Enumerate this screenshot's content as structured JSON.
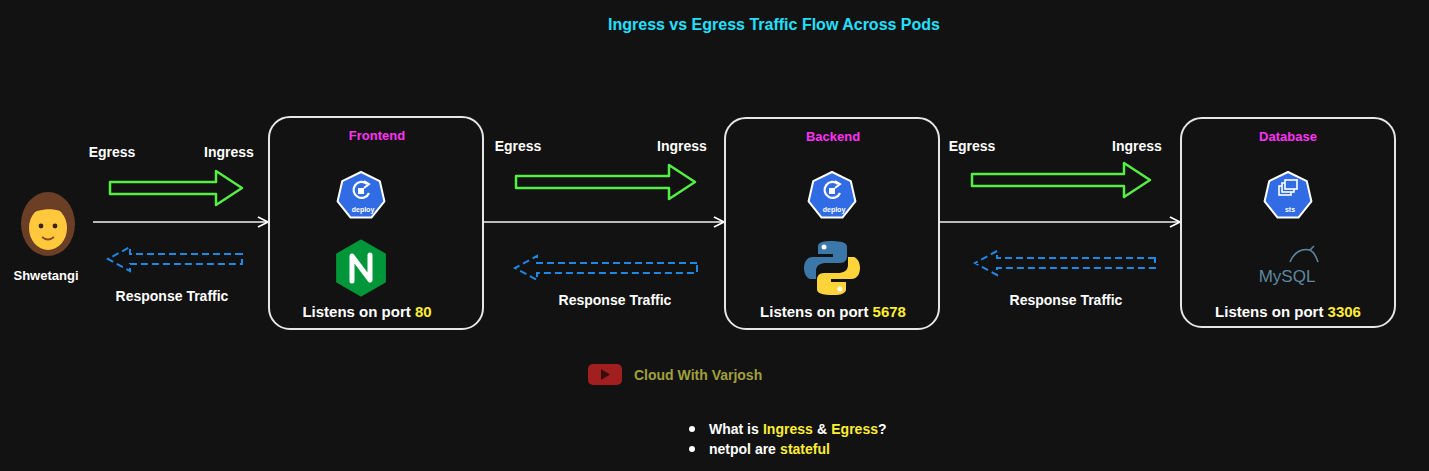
{
  "diagram": {
    "title": "Ingress vs Egress Traffic Flow Across Pods",
    "nodes": [
      {
        "text": [
          "Shwetangi"
        ]
      },
      {
        "text": [
          "Frontend",
          "deploy",
          "Listens on port",
          "80"
        ]
      },
      {
        "text": [
          "Backend",
          "deploy",
          "Listens on port",
          "5678"
        ]
      },
      {
        "text": [
          "Database",
          "sts",
          "MySQL",
          "Listens on port",
          "3306"
        ]
      }
    ],
    "edges": [
      {
        "from": 0,
        "to": 1,
        "arrow": "to"
      },
      {
        "from": 1,
        "to": 2,
        "arrow": "to"
      },
      {
        "from": 2,
        "to": 3,
        "arrow": "to"
      }
    ],
    "labels": [
      "Egress",
      "Ingress",
      "Response Traffic",
      "Egress",
      "Ingress",
      "Response Traffic",
      "Egress",
      "Ingress",
      "Response Traffic",
      "Cloud With Varjosh",
      "What is",
      "Ingress",
      "&",
      "Egress",
      "?",
      "netpol are",
      "stateful"
    ]
  }
}
